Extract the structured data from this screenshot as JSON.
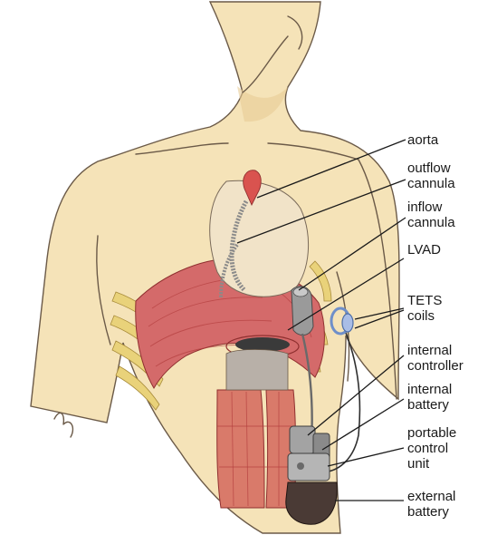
{
  "labels": {
    "aorta": [
      "aorta"
    ],
    "outflow_cannula": [
      "outflow",
      "cannula"
    ],
    "inflow_cannula": [
      "inflow",
      "cannula"
    ],
    "lvad": [
      "LVAD"
    ],
    "tets_coils": [
      "TETS",
      "coils"
    ],
    "internal_controller": [
      "internal",
      "controller"
    ],
    "internal_battery": [
      "internal",
      "battery"
    ],
    "portable_control_unit": [
      "portable",
      "control",
      "unit"
    ],
    "external_battery": [
      "external",
      "battery"
    ]
  },
  "colors": {
    "skin": "#f5e3b8",
    "skin_shade": "#e8cc94",
    "muscle": "#d46a6a",
    "muscle_dark": "#b84545",
    "rib": "#e9d27a",
    "device_gray": "#8c8c8c",
    "coil_blue": "#6f8fc9",
    "battery": "#4a3a35"
  }
}
